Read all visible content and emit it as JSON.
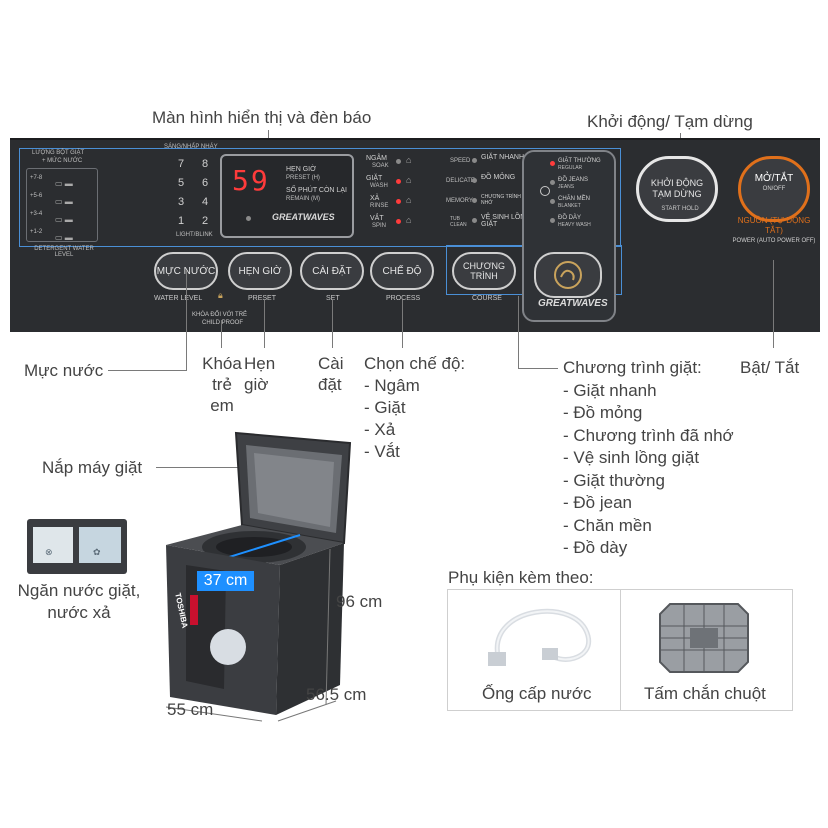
{
  "callouts": {
    "display": "Màn hình hiển thị và đèn báo",
    "start": "Khởi động/ Tạm dừng",
    "water": "Mực nước",
    "child_lock": "Khóa trẻ em",
    "timer": "Hẹn giờ",
    "settings": "Cài đặt",
    "process_title": "Chọn chế độ:",
    "process_items": [
      "- Ngâm",
      "- Giặt",
      "- Xả",
      "- Vắt"
    ],
    "program_title": "Chương trình giặt:",
    "program_items": [
      "- Giặt nhanh",
      "- Đồ mỏng",
      "- Chương trình đã nhớ",
      "- Vệ sinh lồng giặt",
      "- Giặt thường",
      "- Đồ jean",
      "- Chăn mền",
      "- Đồ dày"
    ],
    "power": "Bật/ Tắt",
    "lid": "Nắp máy giặt",
    "drawer": "Ngăn nước giặt, nước xả",
    "accessories": "Phụ kiện kèm theo:",
    "hose": "Ống cấp nước",
    "rat_guard": "Tấm chắn chuột"
  },
  "dimensions": {
    "drum": "37 cm",
    "height": "96 cm",
    "width": "55 cm",
    "depth": "56.5 cm"
  },
  "panel": {
    "detergent_title": "LƯỢNG BỘT GIẶT",
    "detergent_sub": "+ MỨC NƯỚC",
    "detergent_rows": [
      "+7-8",
      "+5-6",
      "+3-4",
      "+1-2"
    ],
    "detergent_footer": "DETERGENT WATER LEVEL",
    "light_title": "SÁNG/NHẤP NHÁY",
    "numbers": [
      "7",
      "8",
      "5",
      "6",
      "3",
      "4",
      "1",
      "2"
    ],
    "light_footer": "LIGHT/BLINK",
    "display_value": "59",
    "timer_vi": "HẸN GIỜ",
    "timer_en": "PRESET (H)",
    "remain_vi": "SỐ PHÚT CÒN LẠI",
    "remain_en": "REMAIN (M)",
    "greatwaves": "GREATWAVES",
    "process": [
      {
        "vi": "NGÂM",
        "en": "SOAK",
        "on": false
      },
      {
        "vi": "GIẶT",
        "en": "WASH",
        "on": true
      },
      {
        "vi": "XẢ",
        "en": "RINSE",
        "on": true
      },
      {
        "vi": "VẮT",
        "en": "SPIN",
        "on": true
      }
    ],
    "course_left": [
      {
        "vi": "GIẶT NHANH",
        "en": "SPEED"
      },
      {
        "vi": "ĐỒ MỎNG",
        "en": "DELICATE"
      },
      {
        "vi": "CHƯƠNG TRÌNH ĐÃ NHỚ",
        "en": "MEMORY"
      },
      {
        "vi": "VỆ SINH LỒNG GIẶT",
        "en": "TUB CLEAN"
      }
    ],
    "course_right": [
      {
        "vi": "GIẶT THƯỜNG",
        "en": "REGULAR",
        "on": true
      },
      {
        "vi": "ĐỒ JEANS",
        "en": "JEANS",
        "on": false
      },
      {
        "vi": "CHĂN MỀN",
        "en": "BLANKET",
        "on": false
      },
      {
        "vi": "ĐỒ DÀY",
        "en": "HEAVY WASH",
        "on": false
      }
    ],
    "buttons": {
      "water": "MỰC NƯỚC",
      "water_en": "WATER LEVEL",
      "preset": "HẸN GIỜ",
      "preset_en": "PRESET",
      "set": "CÀI ĐẶT",
      "set_en": "SET",
      "process": "CHẾ ĐỘ",
      "process_en": "PROCESS",
      "course": "CHƯƠNG TRÌNH",
      "course_en": "COURSE",
      "child_lock": "KHÓA ĐỔI VỚI TRẺ",
      "child_lock_en": "CHILD PROOF",
      "start": "KHỞI ĐỘNG TẠM DỪNG",
      "start_en": "START HOLD",
      "power": "MỞ/TẮT",
      "power_en": "ON/OFF",
      "auto_off_vi": "NGUỒN (TỰ ĐỘNG TẮT)",
      "auto_off_en": "POWER (AUTO POWER OFF)"
    }
  },
  "brand": "TOSHIBA",
  "colors": {
    "panel": "#2b2d30",
    "accent_red": "#e03131",
    "orange": "#e0701b",
    "drum_highlight": "#1e90ff"
  }
}
